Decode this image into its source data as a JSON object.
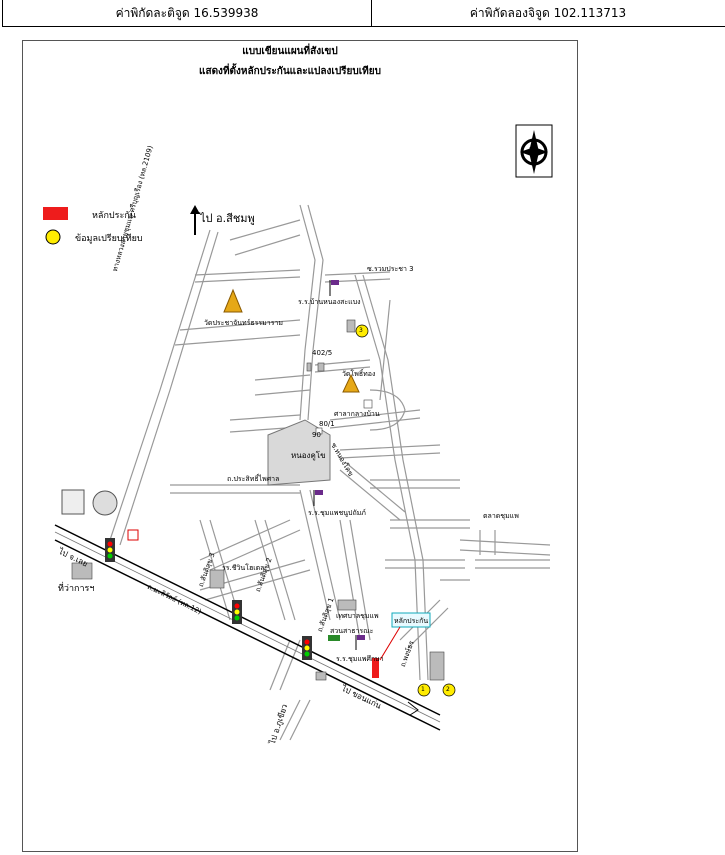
{
  "coordinates": {
    "latitude": "ค่าพิกัดละติจูด 16.539938",
    "longitude": "ค่าพิกัดลองจิจูด 102.113713"
  },
  "map": {
    "title_line1": "แบบเขียนแผนที่สังเขป",
    "title_line2": "แสดงที่ตั้งหลักประกันและแปลงเปรียบเทียบ",
    "compass_letter": "N",
    "legend": [
      {
        "label": "หลักประกัน",
        "color": "#ee1c1c"
      },
      {
        "label": "ข้อมูลเปรียบเทียบ",
        "color": "#ffec00"
      }
    ],
    "labels": {
      "to_sichomphu": "ไป อ.สีชมพู",
      "highway_2109": "ทางหลวงสายชุมแพ-ศรีบุญเรือง (ทล.2109)",
      "soi_ruam_pracha": "ซ.รวมประชา 3",
      "school_ban_nong_sa": "ร.ร.บ้านหนองสะแบง",
      "wat_pracha": "วัดประชาจันทร์ธรรมาราม",
      "addr_402": "402/5",
      "wat_phosi": "วัดโพธิ์ทอง",
      "sala": "ศาลากลางบ้าน",
      "addr_80": "80/1",
      "addr_90": "90",
      "soi_nong_kho": "ซ.หนองโคข",
      "nong_kho": "หนองคูโข",
      "rd_prasit": "ถ.ประสิทธิ์ไพศาล",
      "school_chumphae": "ร.ร.ชุมแพชนูปถัมภ์",
      "market": "ตลาดชุมแพ",
      "to_loei": "ไป จ.เลย",
      "district_office": "ที่ว่าการฯ",
      "soi_1": "ถ.สันติสุข 1",
      "soi_2": "ถ.สันติสุข 2",
      "soi_3": "ถ.สันติสุข 3",
      "hotel": "รร.ชีวินโฮเตล",
      "rd_mali": "ถ.มะลิวัลย์ (ทล.12)",
      "municipality": "เทศบาลชุมแพ",
      "park": "สวนสาธารณะ",
      "school_chumphae_suksa": "ร.ร.ชุมแพศึกษา",
      "collateral_box": "หลักประกัน",
      "rd_wongsa": "ถ.พงษ์ธร",
      "to_khonkaen": "ไป ขอนแก่น",
      "to_phukhieo": "ไป อ.ภูเขียว",
      "comp_1": "1",
      "comp_2": "2",
      "comp_3": "3"
    }
  }
}
